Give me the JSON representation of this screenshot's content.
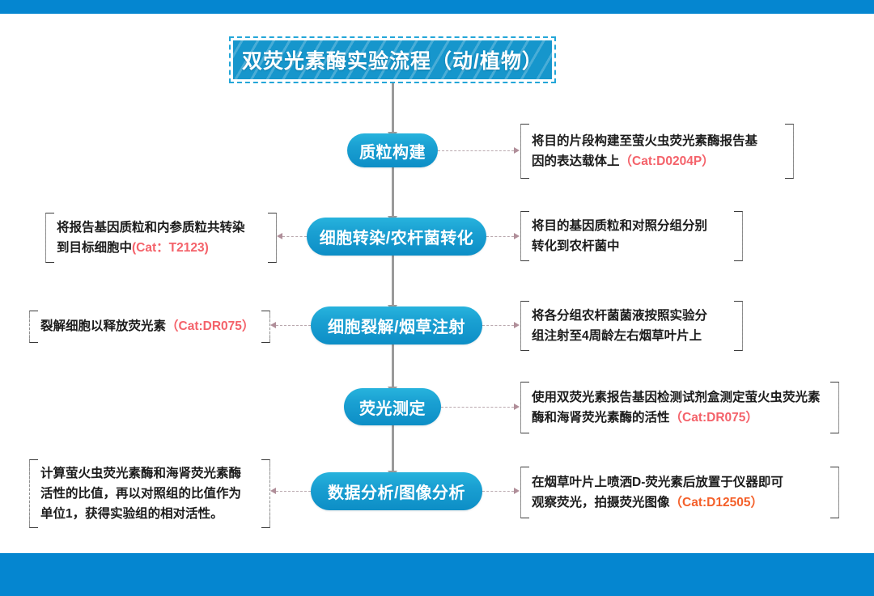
{
  "page": {
    "title": "双荧光素酶实验流程（动/植物）",
    "accent_blue": "#0586d0",
    "node_blue": "#1aa0d2",
    "cat_red": "#f4626a",
    "cat_orange": "#f4602a",
    "bracket_gray": "#3a3a3a"
  },
  "banner": {
    "text": "双荧光素酶实验流程（动/植物）"
  },
  "flow": {
    "steps": [
      {
        "id": "step-1",
        "label": "质粒构建",
        "label_left": "质粒构建",
        "label_right": "",
        "note_right": {
          "line1": "将目的片段构建至萤火虫荧光素酶报告基",
          "line2": "因的表达载体上",
          "cat": "（Cat:D0204P）",
          "cat_color": "red"
        },
        "note_left": null
      },
      {
        "id": "step-2",
        "label": "细胞转染/农杆菌转化",
        "label_left": "细胞转染",
        "label_right": "/农杆菌转化",
        "note_right": {
          "line1": "将目的基因质粒和对照分组分别",
          "line2": "转化到农杆菌中",
          "cat": "",
          "cat_color": "none"
        },
        "note_left": {
          "line1": "将报告基因质粒和内参质粒共转染",
          "line2": "到目标细胞中",
          "cat": "(Cat：T2123)",
          "cat_color": "red"
        }
      },
      {
        "id": "step-3",
        "label": "细胞裂解/烟草注射",
        "label_left": "细胞裂解",
        "label_right": "/烟草注射",
        "note_right": {
          "line1": "将各分组农杆菌菌液按照实验分",
          "line2": "组注射至4周龄左右烟草叶片上",
          "cat": "",
          "cat_color": "none"
        },
        "note_left": {
          "line1": "裂解细胞以释放荧光素",
          "line2": "",
          "cat": "（Cat:DR075）",
          "cat_color": "red"
        }
      },
      {
        "id": "step-4",
        "label": "荧光测定",
        "label_left": "荧光测定",
        "label_right": "",
        "note_right": {
          "line1": "使用双荧光素报告基因检测试剂盒测定萤火虫荧光素",
          "line2": "酶和海肾荧光素酶的活性",
          "cat": "（Cat:DR075）",
          "cat_color": "red"
        },
        "note_left": null
      },
      {
        "id": "step-5",
        "label": "数据分析/图像分析",
        "label_left": "数据分析",
        "label_right": "/图像分析",
        "note_right": {
          "line1": "在烟草叶片上喷洒D-荧光素后放置于仪器即可",
          "line2": "观察荧光，拍摄荧光图像",
          "cat": "（Cat:D12505）",
          "cat_color": "orange"
        },
        "note_left": {
          "line1": "计算萤火虫荧光素酶和海肾荧光素酶",
          "line2": "活性的比值，再以对照组的比值作为",
          "line3": "单位1，获得实验组的相对活性。",
          "cat": "",
          "cat_color": "none"
        }
      }
    ]
  }
}
